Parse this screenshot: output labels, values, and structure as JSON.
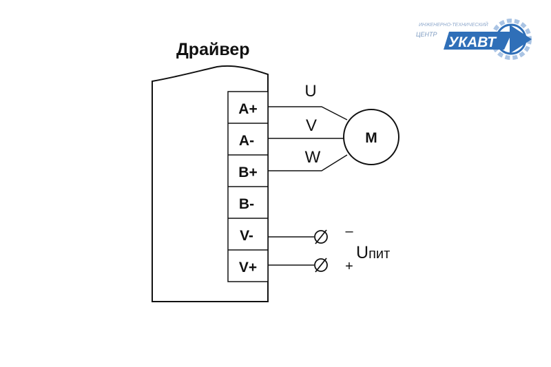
{
  "title": "Драйвер",
  "terminals": [
    "A+",
    "A-",
    "B+",
    "B-",
    "V-",
    "V+"
  ],
  "motor": {
    "label": "M"
  },
  "phases": [
    "U",
    "V",
    "W"
  ],
  "supply": {
    "minus": "–",
    "plus": "+",
    "label_main": "U",
    "label_sub": "пит"
  },
  "logo": {
    "top_text": "ИНЖЕНЕРНО-ТЕХНИЧЕСКИЙ",
    "left_text": "ЦЕНТР",
    "brand": "УКАВТ",
    "colors": {
      "primary": "#2f6fb8",
      "light": "#aac4e4"
    }
  }
}
